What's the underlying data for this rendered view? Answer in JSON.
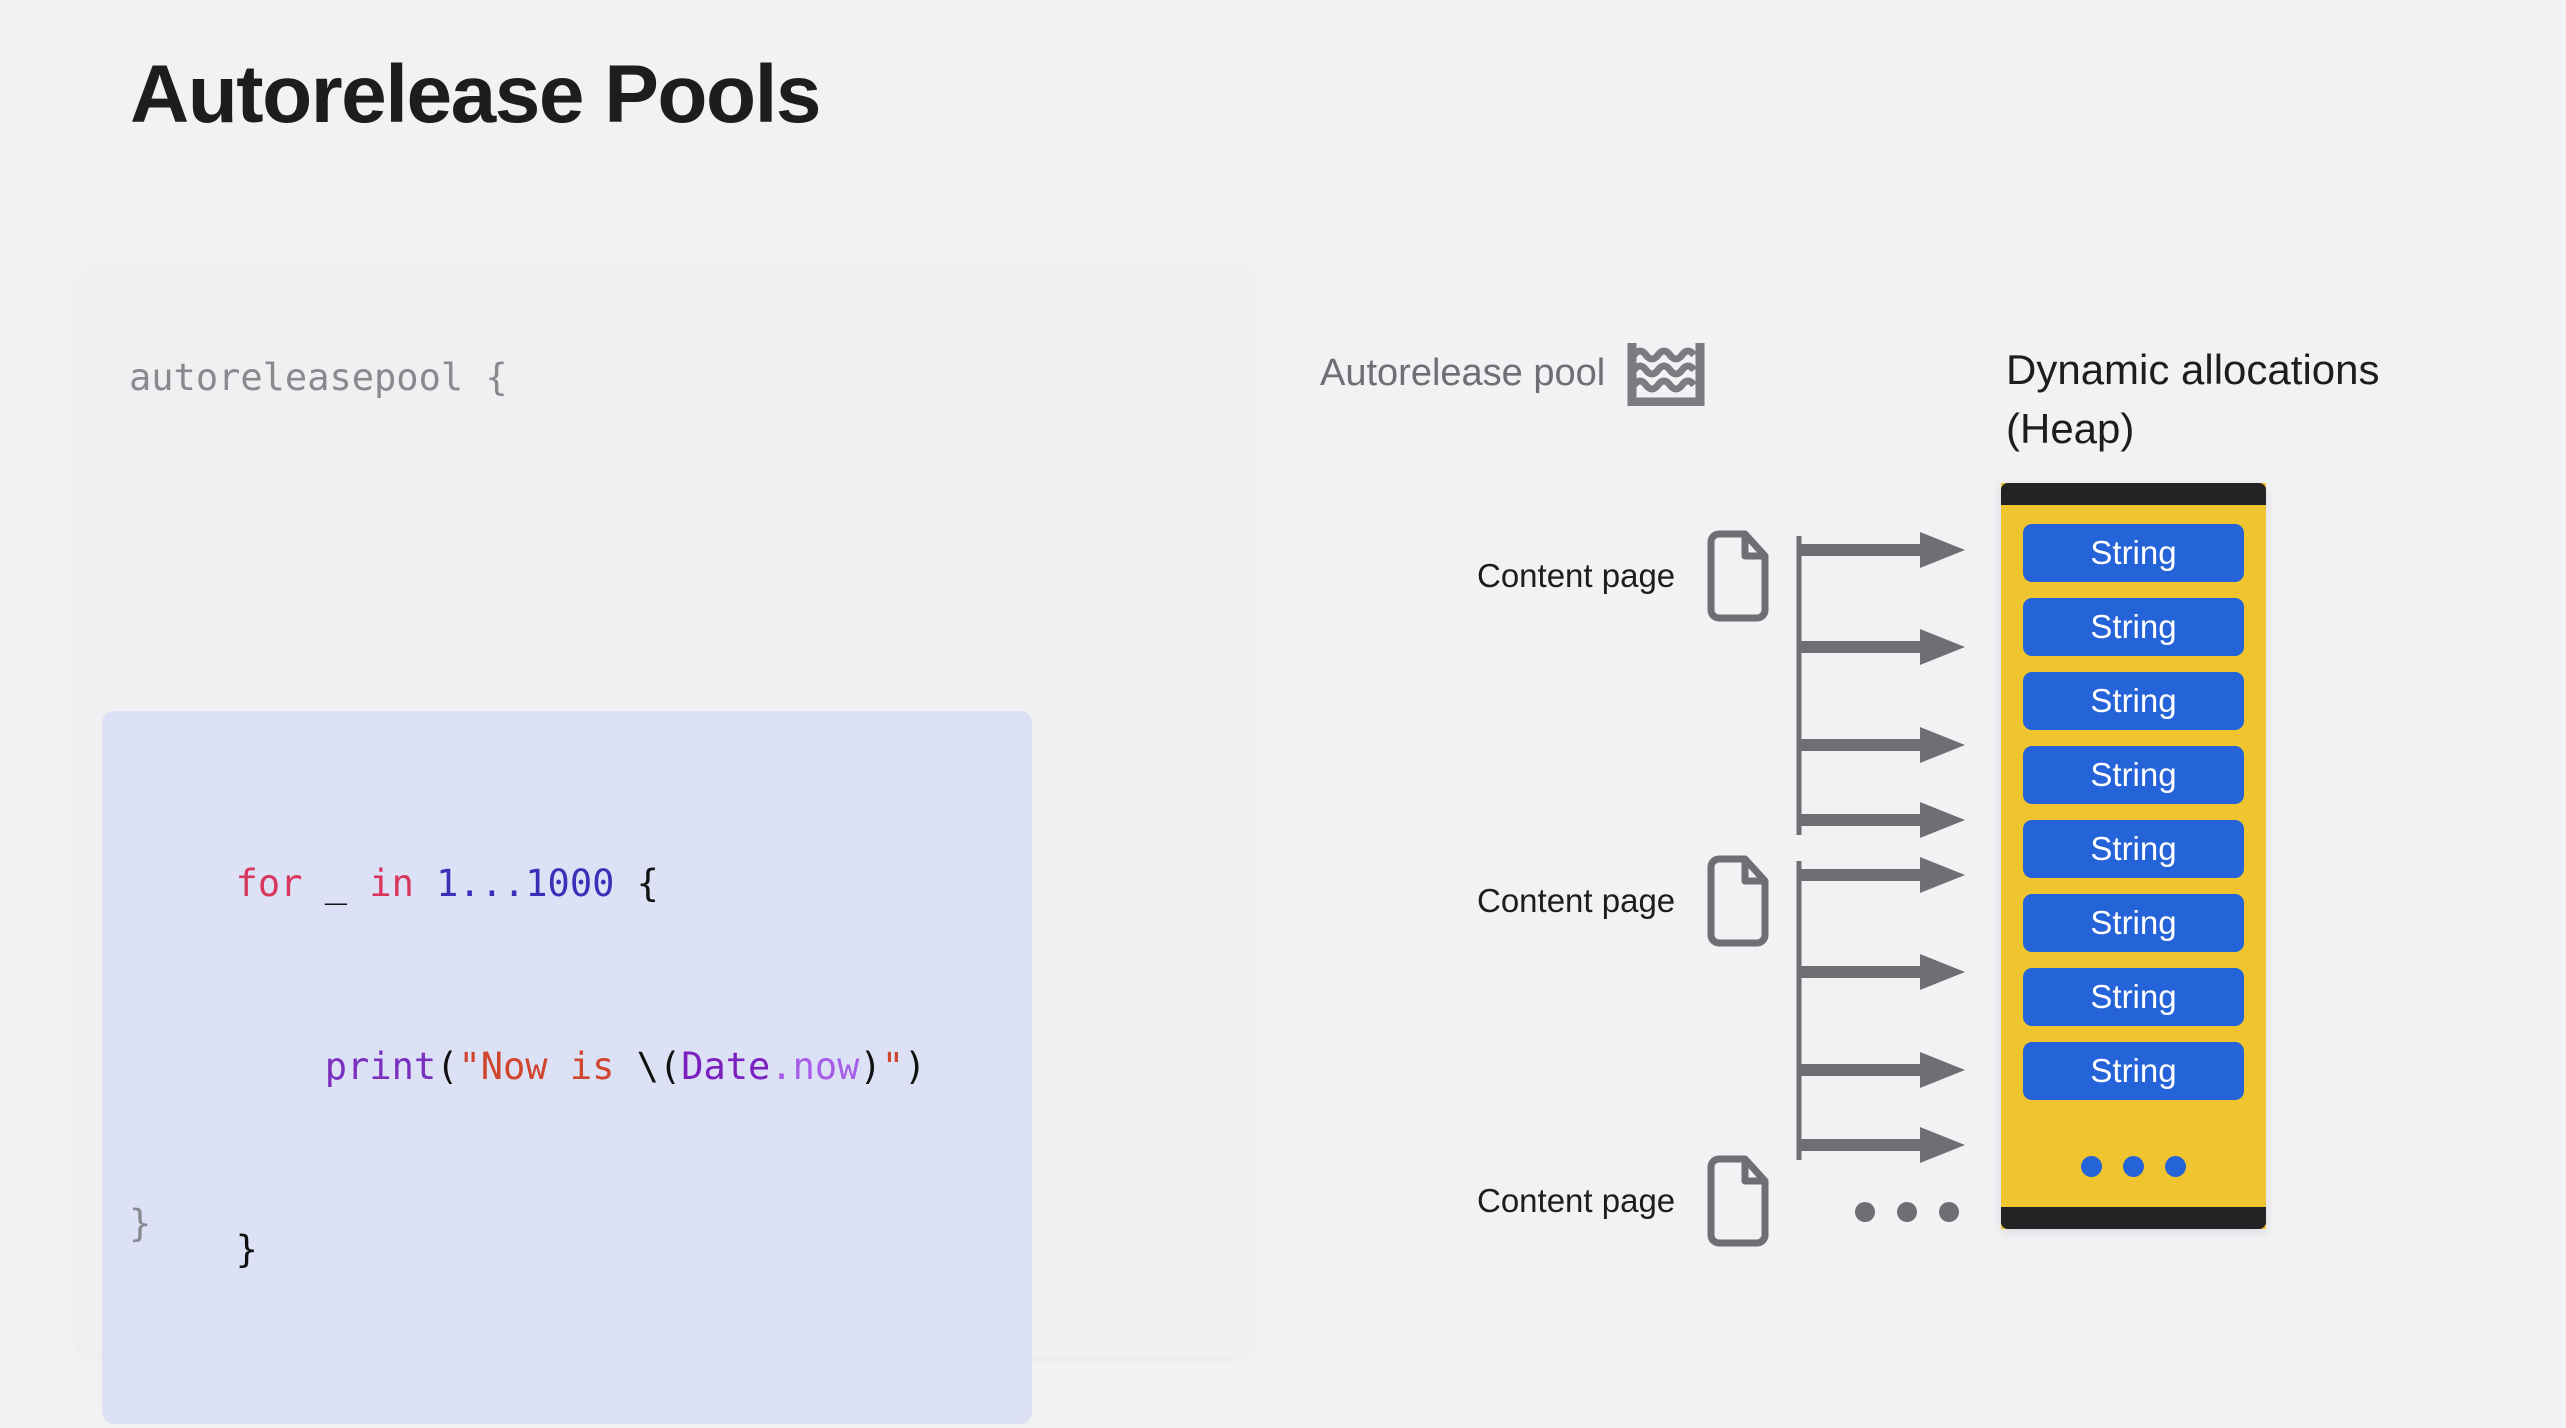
{
  "slide": {
    "title": "Autorelease Pools",
    "background_color": "#F2F2F5"
  },
  "code_card": {
    "background_color": "#F0F0F3",
    "open_line": "autoreleasepool {",
    "close_line": "}",
    "highlight_background": "#DDE1F5",
    "highlighted_lines": [
      "    for _ in 1...1000 {",
      "        print(\"Now is \\(Date.now)\")",
      "    }"
    ],
    "tokens": {
      "keyword_for": "for",
      "underscore": "_",
      "keyword_in": "in",
      "range": "1...1000",
      "brace_open": "{",
      "function_print": "print",
      "string_literal": "\"Now is ",
      "interpolation_open": "\\(",
      "type_date": "Date",
      "property_now": ".now",
      "interpolation_close": ")",
      "string_close": "\"",
      "paren_close": ")",
      "brace_close": "}"
    },
    "syntax_colors": {
      "comment_grey": "#8A8A8E",
      "keyword": "#D8365C",
      "number": "#3A30B8",
      "function": "#7B2FBE",
      "string": "#D0452E",
      "type": "#7B1FBE",
      "property": "#A65EE8",
      "plain": "#111111"
    }
  },
  "diagram": {
    "pool": {
      "label": "Autorelease pool",
      "icon": "swimming-pool-icon",
      "icon_color": "#7B7B80"
    },
    "heap": {
      "title": "Dynamic allocations\n(Heap)",
      "container_color": "#EFC42E",
      "bar_color": "#232326",
      "block_color": "#2563D8",
      "block_text_color": "#FFFFFF",
      "blocks": [
        "String",
        "String",
        "String",
        "String",
        "String",
        "String",
        "String",
        "String"
      ],
      "overflow_indicator": "ellipsis-dots",
      "overflow_dot_count": 3
    },
    "page_rows": [
      {
        "label": "Content page",
        "icon": "document-icon",
        "connector": "arrows",
        "arrow_count": 4
      },
      {
        "label": "Content page",
        "icon": "document-icon",
        "connector": "arrows",
        "arrow_count": 4
      },
      {
        "label": "Content page",
        "icon": "document-icon",
        "connector": "ellipsis",
        "dot_count": 3
      }
    ],
    "arrow_color": "#6E6E73",
    "icon_color": "#6E6E73"
  }
}
